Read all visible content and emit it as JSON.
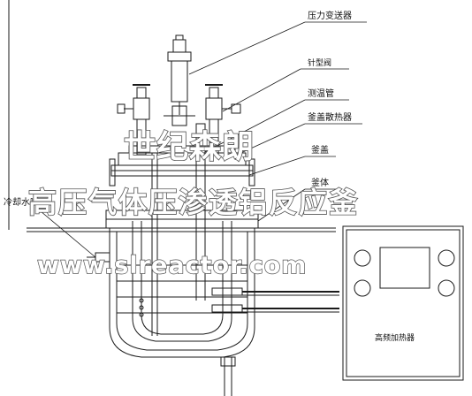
{
  "labels": {
    "pressure_transmitter": "压力变送器",
    "needle_valve": "针型阀",
    "thermowell": "测温管",
    "lid_radiator": "釜盖散热器",
    "lid": "釜盖",
    "body": "釜体",
    "cooling_water": "冷却水嘴",
    "hf_heater": "高频加热器"
  },
  "watermarks": {
    "company": "世纪森朗",
    "title": "高压气体压渗透铝反应釜",
    "url": "www.slreactor.com"
  },
  "colors": {
    "line": "#1a1a1a",
    "watermark_stroke": "#555555"
  }
}
